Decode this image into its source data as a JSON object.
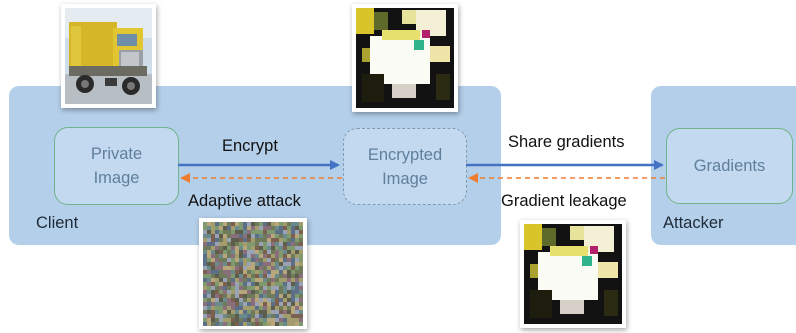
{
  "client": {
    "label": "Client",
    "private_image": {
      "line1": "Private",
      "line2": "Image"
    },
    "encrypted_image": {
      "line1": "Encrypted",
      "line2": "Image"
    }
  },
  "attacker": {
    "label": "Attacker",
    "gradients": "Gradients"
  },
  "edges": {
    "encrypt": "Encrypt",
    "adaptive_attack": "Adaptive attack",
    "share_gradients": "Share gradients",
    "gradient_leakage": "Gradient leakage"
  },
  "colors": {
    "panel": "#b4cfe9",
    "forward_arrow": "#4472c4",
    "attack_arrow": "#ed7d31"
  }
}
